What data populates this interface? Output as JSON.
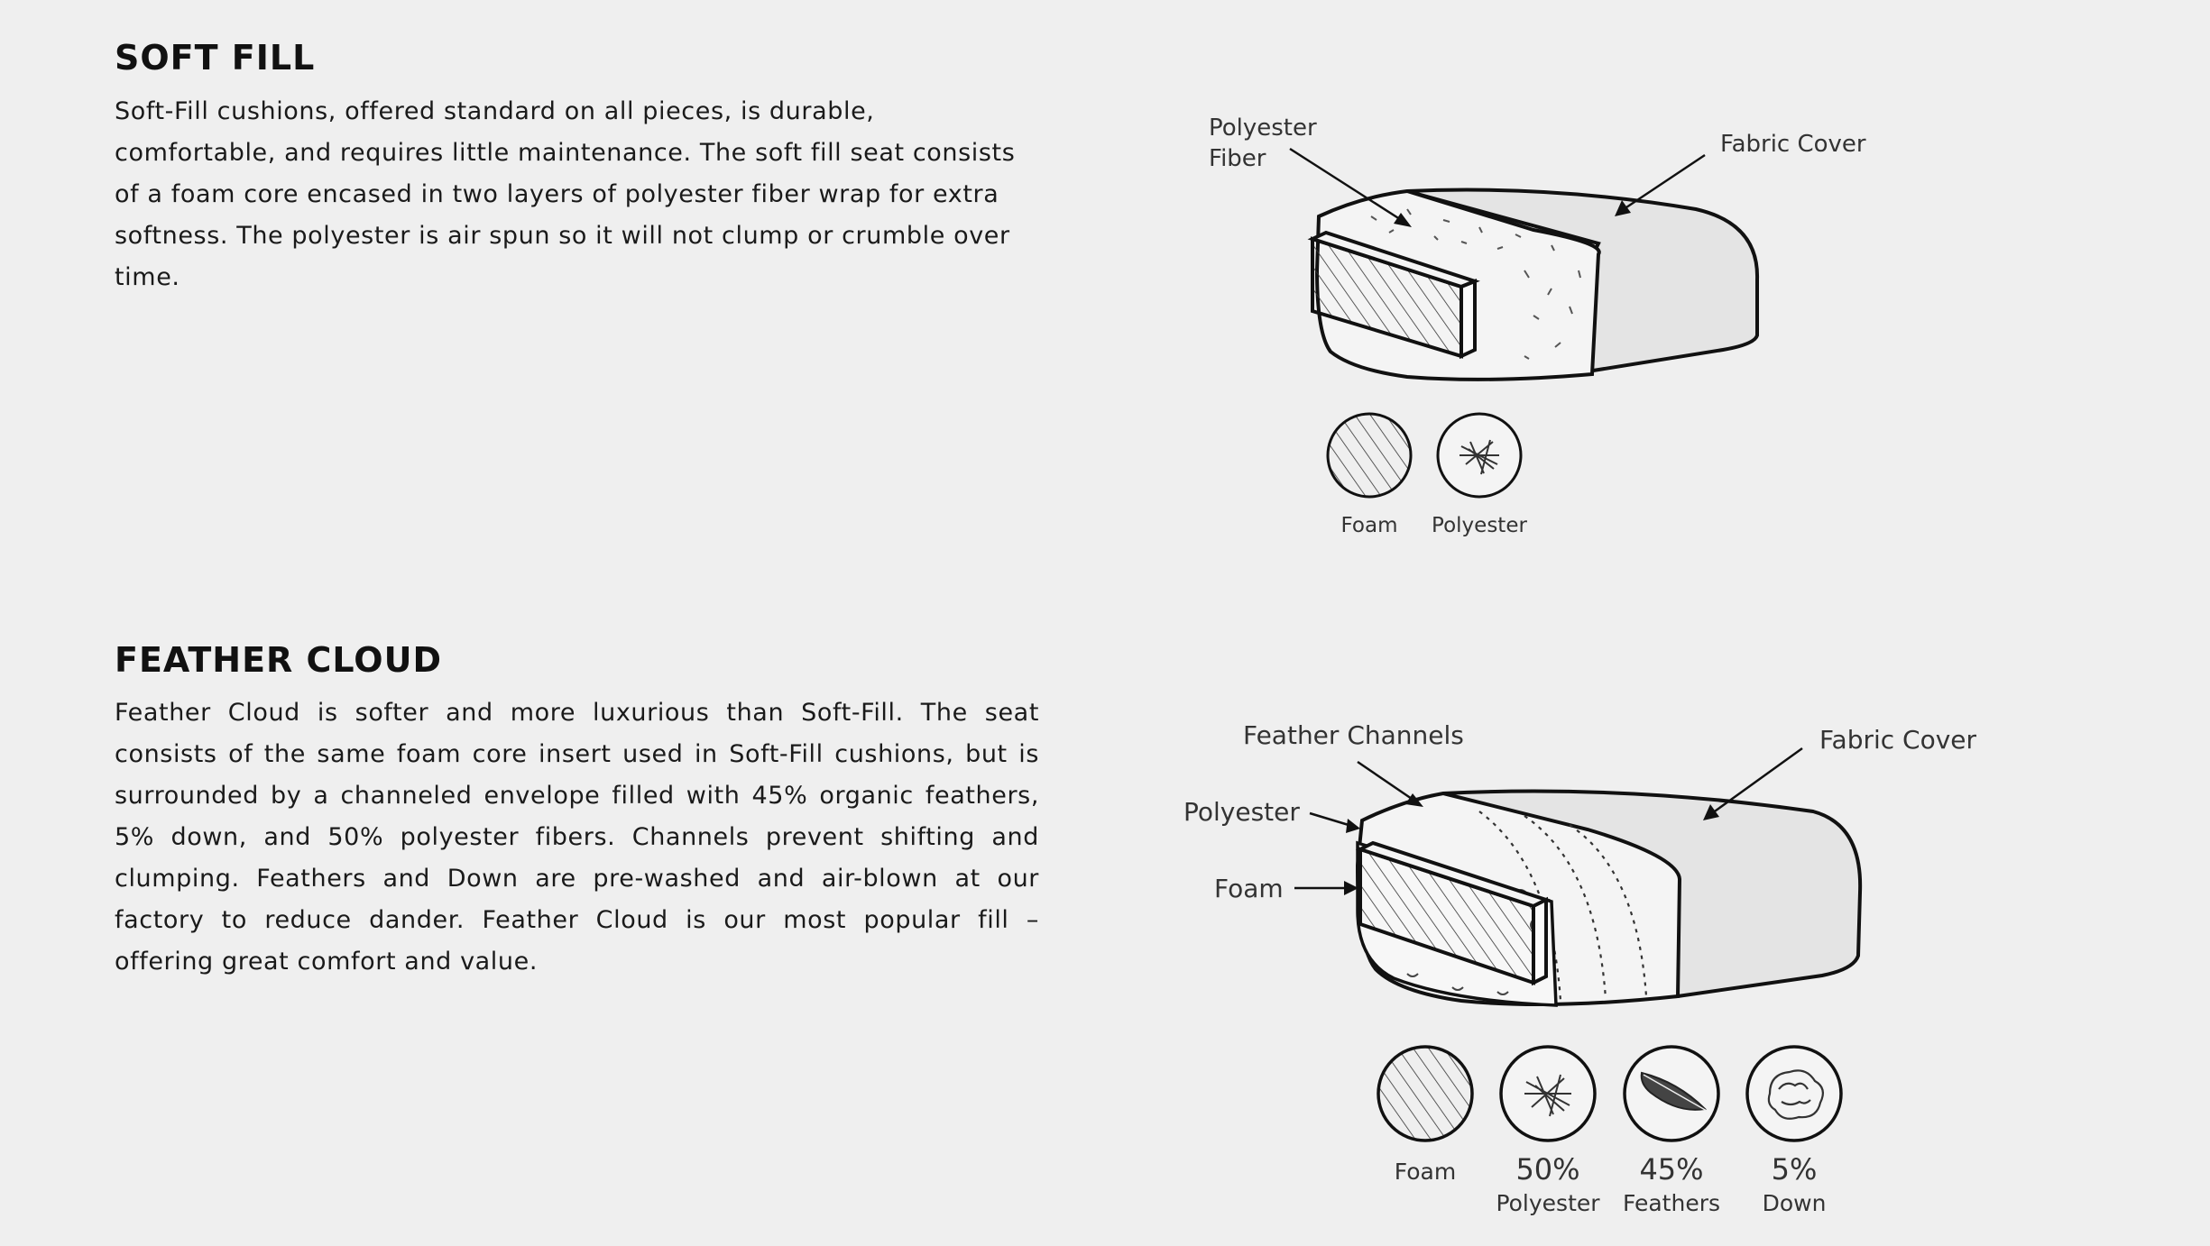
{
  "soft_fill": {
    "title": "SOFT FILL",
    "body": "Soft-Fill cushions, offered standard on all pieces, is durable, comfortable, and requires little maintenance. The soft fill seat consists of a foam core encased in two layers of polyester fiber wrap for extra softness. The polyester is air spun so it will not clump or crumble over time.",
    "diagram": {
      "labels": {
        "polyester_line1": "Polyester",
        "polyester_line2": "Fiber",
        "fabric_cover": "Fabric Cover"
      },
      "legend": [
        {
          "icon": "foam-hatch-icon",
          "label": "Foam"
        },
        {
          "icon": "polyester-fiber-icon",
          "label": "Polyester"
        }
      ]
    }
  },
  "feather_cloud": {
    "title": "FEATHER CLOUD",
    "body": "Feather Cloud is softer and more luxurious than Soft-Fill. The seat consists of the same foam core insert used in Soft-Fill cushions, but is surrounded by a channeled envelope filled with 45% organic feathers, 5% down, and 50% polyester fibers. Channels prevent shifting and clumping. Feathers and Down are pre-washed and air-blown at our factory to reduce dander. Feather Cloud is our most popular fill – offering great comfort and value.",
    "diagram": {
      "labels": {
        "feather_channels": "Feather Channels",
        "fabric_cover": "Fabric Cover",
        "polyester": "Polyester",
        "foam": "Foam"
      },
      "legend": [
        {
          "icon": "foam-hatch-icon",
          "percent": "",
          "label": "Foam"
        },
        {
          "icon": "polyester-fiber-icon",
          "percent": "50%",
          "label": "Polyester"
        },
        {
          "icon": "feather-icon",
          "percent": "45%",
          "label": "Feathers"
        },
        {
          "icon": "down-cluster-icon",
          "percent": "5%",
          "label": "Down"
        }
      ]
    }
  }
}
